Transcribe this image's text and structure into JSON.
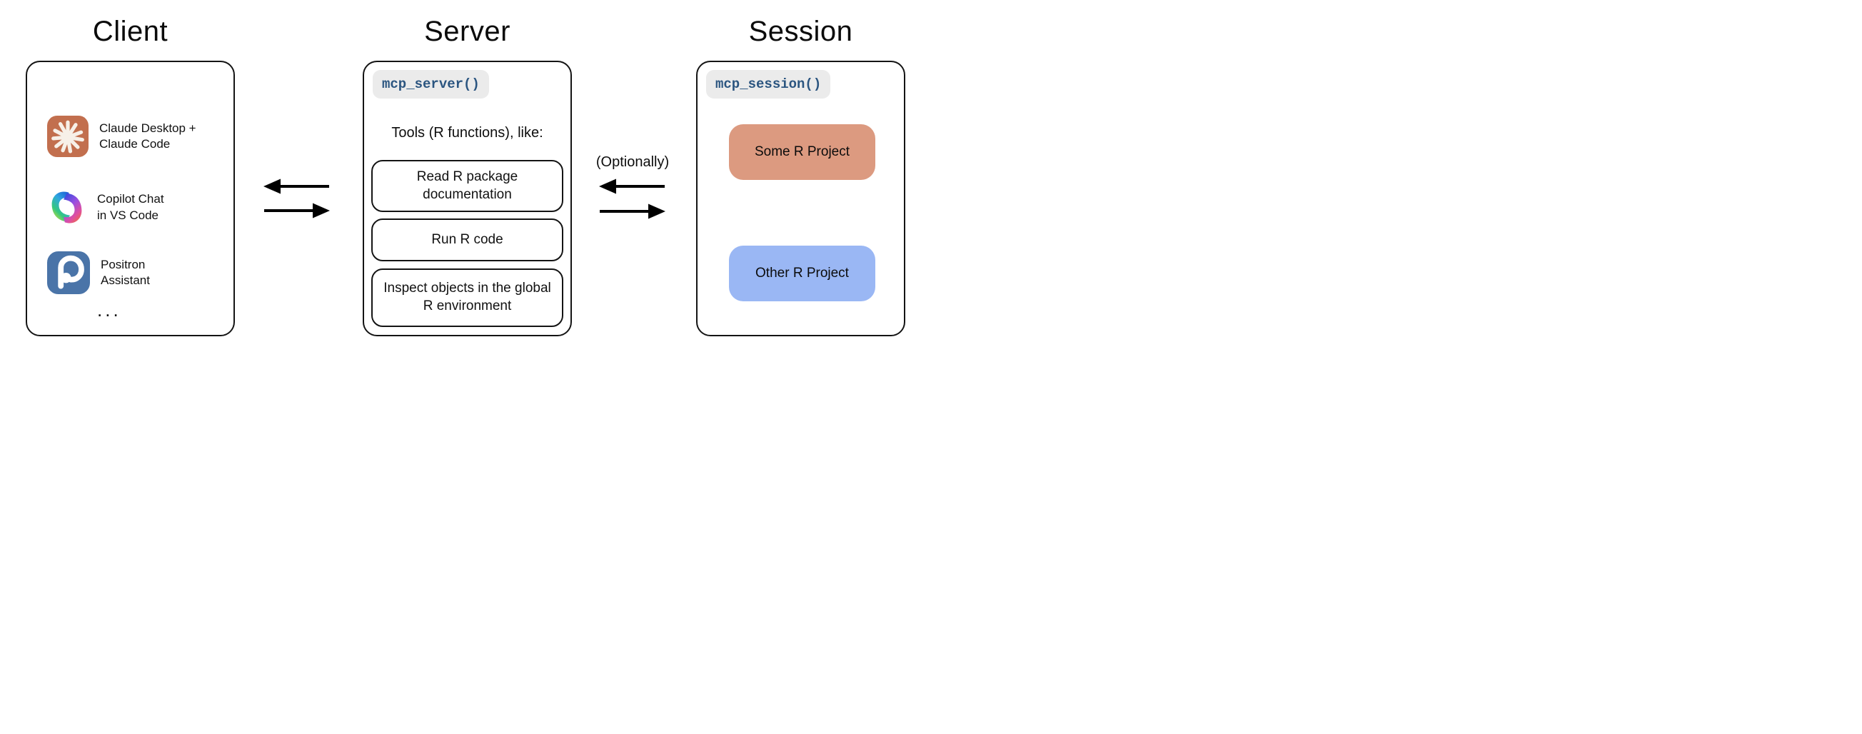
{
  "diagram": {
    "client": {
      "title": "Client",
      "items": [
        {
          "icon": "claude-icon",
          "lines": [
            "Claude Desktop +",
            "Claude Code"
          ]
        },
        {
          "icon": "copilot-icon",
          "lines": [
            "Copilot Chat",
            "in VS Code"
          ]
        },
        {
          "icon": "positron-icon",
          "lines": [
            "Positron",
            "Assistant"
          ]
        }
      ],
      "ellipsis": "..."
    },
    "server": {
      "title": "Server",
      "code": "mcp_server()",
      "tools_intro": "Tools (R functions), like:",
      "tools": [
        "Read R package documentation",
        "Run R code",
        "Inspect objects in the global R environment"
      ]
    },
    "session": {
      "title": "Session",
      "code": "mcp_session()",
      "projects": [
        {
          "label": "Some R Project",
          "color": "#DC9A80"
        },
        {
          "label": "Other R Project",
          "color": "#9AB7F4"
        }
      ]
    },
    "connection_label": "(Optionally)",
    "colors": {
      "code_text": "#2B5580",
      "code_bg": "#EBEBEB",
      "claude_icon_bg": "#C26F4E",
      "positron_icon_bg": "#4A74A8",
      "arrow": "#000000"
    }
  }
}
